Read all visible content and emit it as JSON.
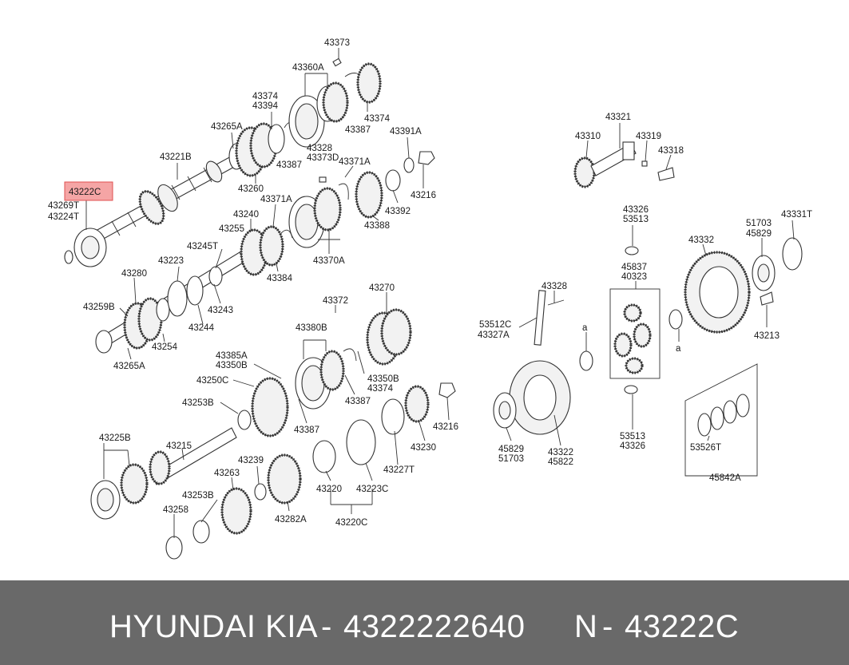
{
  "labels": {
    "l43373": "43373",
    "l43360A": "43360A",
    "l43374a": "43374",
    "l43394": "43394",
    "l43374b": "43374",
    "l43387a": "43387",
    "l43265A": "43265A",
    "l43387b": "43387",
    "l43391A": "43391A",
    "l43328a": "43328",
    "l43373D": "43373D",
    "l43371Aa": "43371A",
    "l43221B": "43221B",
    "l43216a": "43216",
    "l43260": "43260",
    "l43392": "43392",
    "l43222C": "43222C",
    "l43269T": "43269T",
    "l43224T": "43224T",
    "l43371Ab": "43371A",
    "l43240": "43240",
    "l43388": "43388",
    "l43255": "43255",
    "l43245T": "43245T",
    "l43370A": "43370A",
    "l43223": "43223",
    "l43384": "43384",
    "l43280": "43280",
    "l43243": "43243",
    "l43259B": "43259B",
    "l43244": "43244",
    "l43254": "43254",
    "l43265Ab": "43265A",
    "l43372": "43372",
    "l43270": "43270",
    "l43380B": "43380B",
    "l43385A": "43385A",
    "l43350Ba": "43350B",
    "l43250C": "43250C",
    "l43350Bb": "43350B",
    "l43374c": "43374",
    "l43387c": "43387",
    "l43253Ba": "43253B",
    "l43216b": "43216",
    "l43387d": "43387",
    "l43215": "43215",
    "l43230": "43230",
    "l43225B": "43225B",
    "l43227T": "43227T",
    "l43239": "43239",
    "l43263": "43263",
    "l43220": "43220",
    "l43223C": "43223C",
    "l43253Bb": "43253B",
    "l43258": "43258",
    "l43282A": "43282A",
    "l43220C": "43220C",
    "l43321": "43321",
    "l43310": "43310",
    "l43319": "43319",
    "l43318": "43318",
    "l43326a": "43326",
    "l53513a": "53513",
    "l51703a": "51703",
    "l45829a": "45829",
    "l43331T": "43331T",
    "l43332": "43332",
    "l45837": "45837",
    "l40323": "40323",
    "l43328b": "43328",
    "l53512C": "53512C",
    "l43327A": "43327A",
    "la1": "a",
    "la2": "a",
    "l43213": "43213",
    "l53513b": "53513",
    "l43326b": "43326",
    "l45829b": "45829",
    "l51703b": "51703",
    "l43322": "43322",
    "l45822": "45822",
    "l53526T": "53526T",
    "l45842A": "45842A"
  },
  "highlight": {
    "part": "43222C",
    "color": "#f5a5a5",
    "border": "#e05050"
  },
  "footer": {
    "brand": "HYUNDAI  KIA",
    "sep1": "-",
    "number": "4322222640",
    "n": "N",
    "sep2": "-",
    "part": "43222C"
  },
  "colors": {
    "footer_bg": "#696969",
    "footer_text": "#ffffff"
  }
}
